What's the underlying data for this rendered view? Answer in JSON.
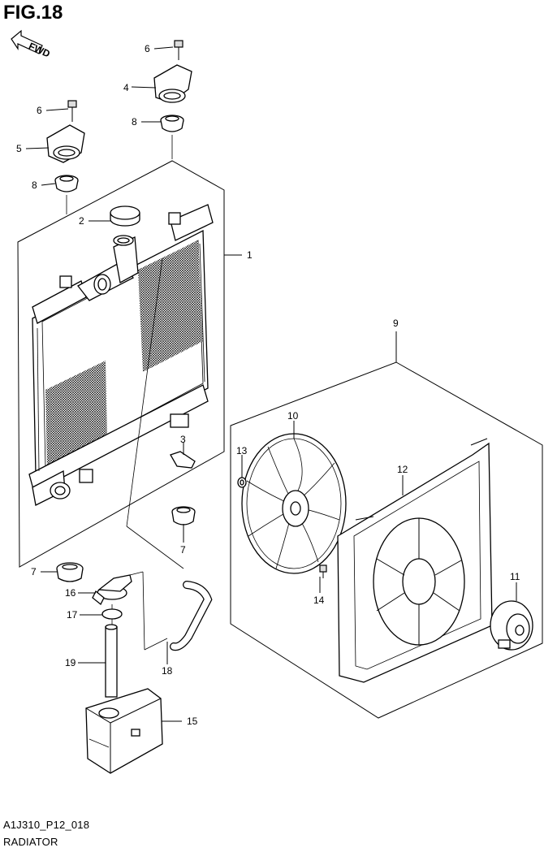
{
  "header": {
    "title": "FIG.18",
    "fwd_label": "FWD"
  },
  "footer": {
    "code": "A1J310_P12_018",
    "name": "RADIATOR"
  },
  "callouts": {
    "c1": "1",
    "c2": "2",
    "c3": "3",
    "c4": "4",
    "c5": "5",
    "c6a": "6",
    "c6b": "6",
    "c7a": "7",
    "c7b": "7",
    "c8a": "8",
    "c8b": "8",
    "c9": "9",
    "c10": "10",
    "c11": "11",
    "c12": "12",
    "c13": "13",
    "c14": "14",
    "c15": "15",
    "c16": "16",
    "c17": "17",
    "c18": "18",
    "c19": "19"
  },
  "icons": {
    "fwd": "fwd-arrow-icon"
  }
}
